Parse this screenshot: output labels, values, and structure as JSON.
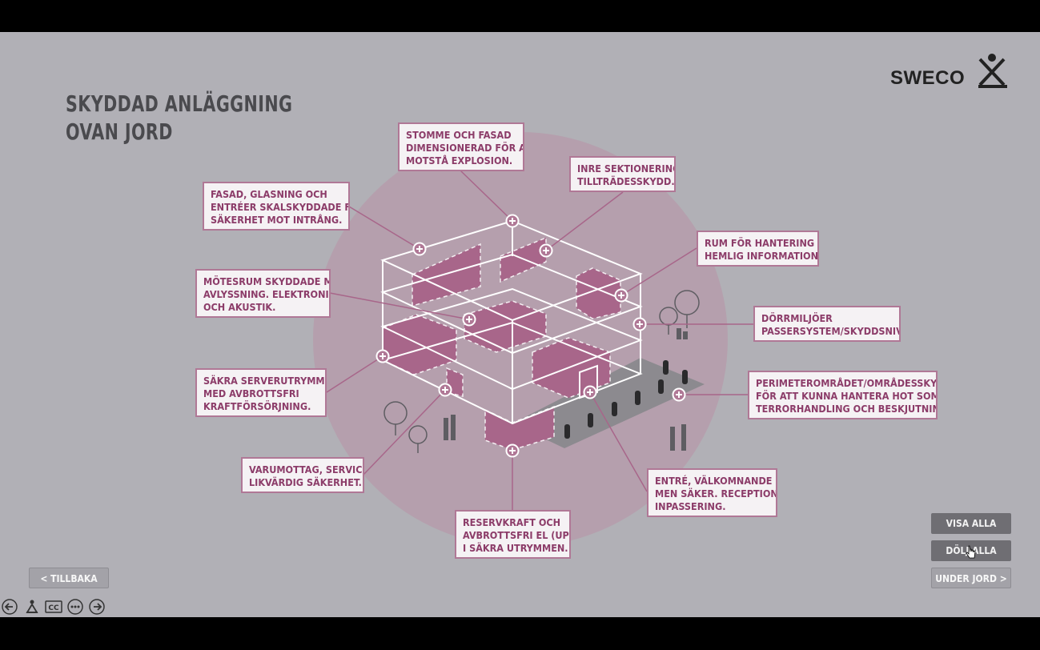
{
  "title": {
    "line1": "SKYDDAD ANLÄGGNING",
    "line2": "OVAN JORD"
  },
  "logo": {
    "text": "SWECO"
  },
  "labels": {
    "stomme": [
      "STOMME OCH FASAD",
      "DIMENSIONERAD FÖR ATT",
      "MOTSTÅ EXPLOSION."
    ],
    "inre": [
      "INRE SEKTIONERING",
      "TILLTRÄDESSKYDD."
    ],
    "fasad": [
      "FASAD, GLASNING OCH",
      "ENTRÉER SKALSKYDDADE FÖR",
      "SÄKERHET MOT INTRÅNG."
    ],
    "rum": [
      "RUM FÖR HANTERING AV",
      "HEMLIG INFORMATION."
    ],
    "motesrum": [
      "MÖTESRUM SKYDDADE MOT",
      "AVLYSSNING. ELEKTRONISK",
      "OCH AKUSTIK."
    ],
    "dorr": [
      "DÖRRMILJÖER",
      "PASSERSYSTEM/SKYDDSNIVÅ."
    ],
    "server": [
      "SÄKRA SERVERUTRYMMEN",
      "MED AVBROTTSFRI",
      "KRAFTFÖRSÖRJNING."
    ],
    "perimeter": [
      "PERIMETEROMRÅDET/OMRÅDESSKYDD",
      "FÖR ATT KUNNA HANTERA HOT SOM TEX",
      "TERRORHANDLING OCH BESKJUTNING"
    ],
    "varumottag": [
      "VARUMOTTAG, SERVICE,",
      "LIKVÄRDIG SÄKERHET."
    ],
    "entre": [
      "ENTRÉ, VÄLKOMNANDE",
      "MEN SÄKER. RECEPTION,",
      "INPASSERING."
    ],
    "reservkraft": [
      "RESERVKRAFT OCH",
      "AVBROTTSFRI EL (UPS)",
      "I SÄKRA UTRYMMEN."
    ]
  },
  "buttons": {
    "visa_alla": "VISA ALLA",
    "dolj_alla": "DÖLJ ALLA",
    "under_jord": "UNDER JORD >",
    "tillbaka": "< TILLBAKA"
  },
  "player_controls": {
    "back": "arrow-left-icon",
    "accessibility": "person-icon",
    "captions": "CC",
    "more": "more-icon",
    "forward": "arrow-right-icon"
  },
  "colors": {
    "accent": "#8c3c69",
    "building_fill": "#a8668a",
    "circle": "#b69cab",
    "stage": "#b1b0b6"
  }
}
